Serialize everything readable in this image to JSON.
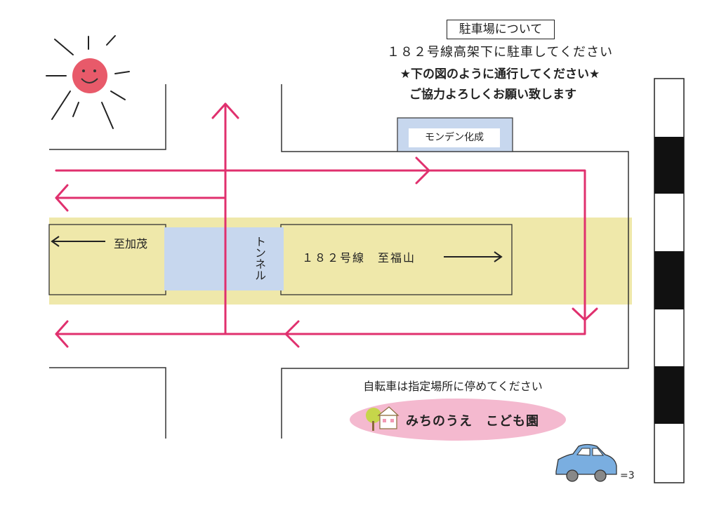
{
  "notice": {
    "heading": "駐車場について",
    "line1": "１８２号線高架下に駐車してください",
    "line2": "★下の図のように通行してください★",
    "line3": "ご協力よろしくお願い致します"
  },
  "map": {
    "building_label": "モンデン化成",
    "west_label": "至加茂",
    "route_label": "１８２号線　至福山",
    "tunnel_label": "トンネル",
    "bicycle_note": "自転車は指定場所に停めてください",
    "school_name": "みちのうえ　こども園",
    "car_exhaust": "=3"
  },
  "colors": {
    "route_arrow": "#e0306e",
    "highway_band": "#efe8aa",
    "tunnel": "#c7d7ee",
    "building": "#c7d7ee",
    "school_badge": "#f4b9cf",
    "sun": "#e85a6a",
    "car": "#7aaee0",
    "road_outline": "#333333"
  },
  "icons": [
    "sun-icon",
    "house-tree-icon",
    "car-icon",
    "left-arrow-icon",
    "right-arrow-icon"
  ]
}
